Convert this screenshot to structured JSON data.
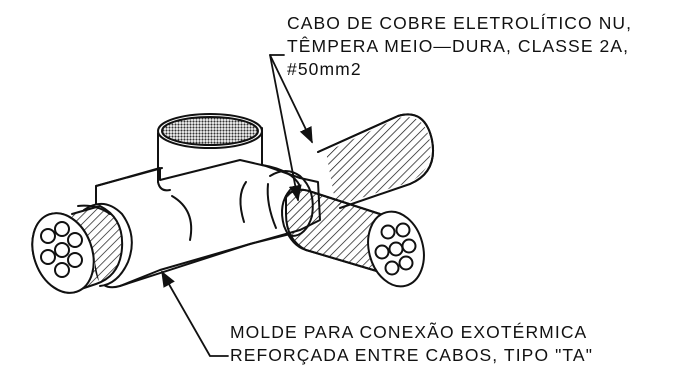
{
  "callouts": {
    "cable": {
      "lines": [
        "CABO DE COBRE ELETROLÍTICO NU,",
        "TÊMPERA MEIO—DURA, CLASSE 2A,",
        "#50mm2"
      ]
    },
    "mold": {
      "lines": [
        "MOLDE PARA CONEXÃO EXOTÉRMICA",
        "REFORÇADA ENTRE CABOS, TIPO \"TA\""
      ]
    }
  },
  "colors": {
    "line": "#111111",
    "background": "#ffffff",
    "top_opening_fill": "#3c3c3c"
  }
}
